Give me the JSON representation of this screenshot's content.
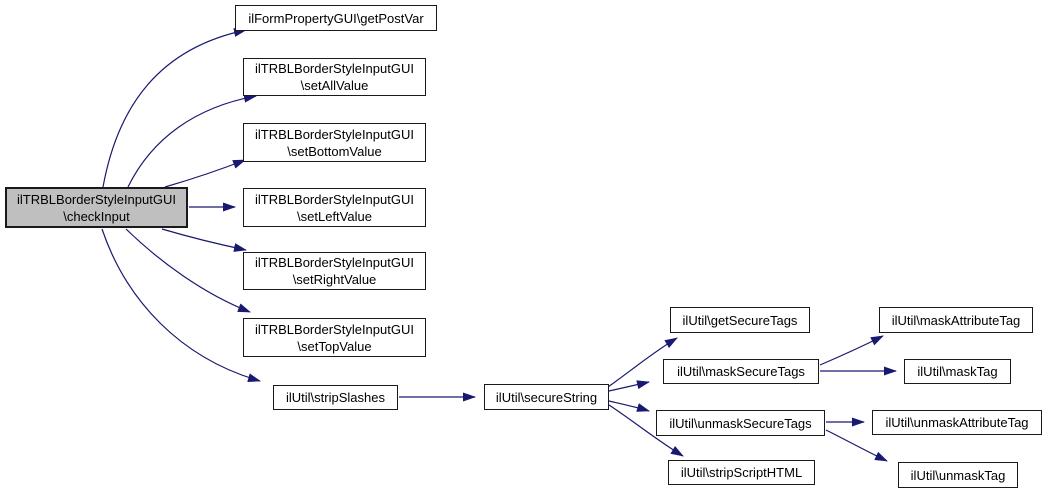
{
  "diagram": {
    "type": "call-graph",
    "colors": {
      "edge": "#191970",
      "node_border": "#1a1a1a",
      "node_fill": "#ffffff",
      "highlight_fill": "#bfbfbf",
      "text": "#000000",
      "background": "#ffffff"
    },
    "nodes": {
      "check_input": {
        "label": "ilTRBLBorderStyleInputGUI\n\\checkInput"
      },
      "get_post_var": {
        "label": "ilFormPropertyGUI\\getPostVar"
      },
      "set_all_value": {
        "label": "ilTRBLBorderStyleInputGUI\n\\setAllValue"
      },
      "set_bottom_value": {
        "label": "ilTRBLBorderStyleInputGUI\n\\setBottomValue"
      },
      "set_left_value": {
        "label": "ilTRBLBorderStyleInputGUI\n\\setLeftValue"
      },
      "set_right_value": {
        "label": "ilTRBLBorderStyleInputGUI\n\\setRightValue"
      },
      "set_top_value": {
        "label": "ilTRBLBorderStyleInputGUI\n\\setTopValue"
      },
      "strip_slashes": {
        "label": "ilUtil\\stripSlashes"
      },
      "secure_string": {
        "label": "ilUtil\\secureString"
      },
      "get_secure_tags": {
        "label": "ilUtil\\getSecureTags"
      },
      "mask_secure_tags": {
        "label": "ilUtil\\maskSecureTags"
      },
      "unmask_secure_tags": {
        "label": "ilUtil\\unmaskSecureTags"
      },
      "strip_script_html": {
        "label": "ilUtil\\stripScriptHTML"
      },
      "mask_attribute_tag": {
        "label": "ilUtil\\maskAttributeTag"
      },
      "mask_tag": {
        "label": "ilUtil\\maskTag"
      },
      "unmask_attribute_tag": {
        "label": "ilUtil\\unmaskAttributeTag"
      },
      "unmask_tag": {
        "label": "ilUtil\\unmaskTag"
      }
    },
    "edges": [
      {
        "from": "check_input",
        "to": "get_post_var"
      },
      {
        "from": "check_input",
        "to": "set_all_value"
      },
      {
        "from": "check_input",
        "to": "set_bottom_value"
      },
      {
        "from": "check_input",
        "to": "set_left_value"
      },
      {
        "from": "check_input",
        "to": "set_right_value"
      },
      {
        "from": "check_input",
        "to": "set_top_value"
      },
      {
        "from": "check_input",
        "to": "strip_slashes"
      },
      {
        "from": "strip_slashes",
        "to": "secure_string"
      },
      {
        "from": "secure_string",
        "to": "get_secure_tags"
      },
      {
        "from": "secure_string",
        "to": "mask_secure_tags"
      },
      {
        "from": "secure_string",
        "to": "unmask_secure_tags"
      },
      {
        "from": "secure_string",
        "to": "strip_script_html"
      },
      {
        "from": "mask_secure_tags",
        "to": "mask_attribute_tag"
      },
      {
        "from": "mask_secure_tags",
        "to": "mask_tag"
      },
      {
        "from": "unmask_secure_tags",
        "to": "unmask_attribute_tag"
      },
      {
        "from": "unmask_secure_tags",
        "to": "unmask_tag"
      }
    ]
  }
}
